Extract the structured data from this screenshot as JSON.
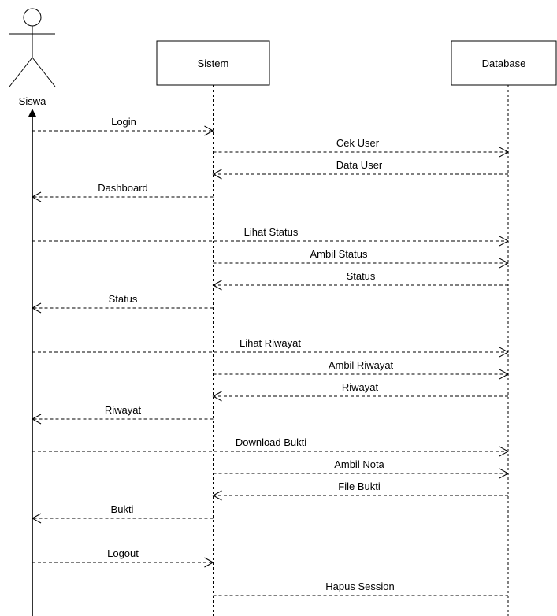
{
  "actor": {
    "label": "Siswa"
  },
  "participants": [
    {
      "id": "sistem",
      "label": "Sistem"
    },
    {
      "id": "database",
      "label": "Database"
    }
  ],
  "messages": [
    {
      "label": "Login",
      "from": "siswa",
      "to": "sistem",
      "kind": "call"
    },
    {
      "label": "Cek User",
      "from": "sistem",
      "to": "database",
      "kind": "call"
    },
    {
      "label": "Data User",
      "from": "database",
      "to": "sistem",
      "kind": "return"
    },
    {
      "label": "Dashboard",
      "from": "sistem",
      "to": "siswa",
      "kind": "return"
    },
    {
      "label": "Lihat Status",
      "from": "siswa",
      "to": "database",
      "kind": "call"
    },
    {
      "label": "Ambil Status",
      "from": "sistem",
      "to": "database",
      "kind": "call"
    },
    {
      "label": "Status",
      "from": "database",
      "to": "sistem",
      "kind": "return"
    },
    {
      "label": "Status",
      "from": "sistem",
      "to": "siswa",
      "kind": "return"
    },
    {
      "label": "Lihat Riwayat",
      "from": "siswa",
      "to": "database",
      "kind": "call"
    },
    {
      "label": "Ambil Riwayat",
      "from": "sistem",
      "to": "database",
      "kind": "call"
    },
    {
      "label": "Riwayat",
      "from": "database",
      "to": "sistem",
      "kind": "return"
    },
    {
      "label": "Riwayat",
      "from": "sistem",
      "to": "siswa",
      "kind": "return"
    },
    {
      "label": "Download Bukti",
      "from": "siswa",
      "to": "database",
      "kind": "call"
    },
    {
      "label": "Ambil Nota",
      "from": "sistem",
      "to": "database",
      "kind": "call"
    },
    {
      "label": "File Bukti",
      "from": "database",
      "to": "sistem",
      "kind": "return"
    },
    {
      "label": "Bukti",
      "from": "sistem",
      "to": "siswa",
      "kind": "return"
    },
    {
      "label": "Logout",
      "from": "siswa",
      "to": "sistem",
      "kind": "call"
    },
    {
      "label": "Hapus Session",
      "from": "sistem",
      "to": "database",
      "kind": "none"
    }
  ]
}
